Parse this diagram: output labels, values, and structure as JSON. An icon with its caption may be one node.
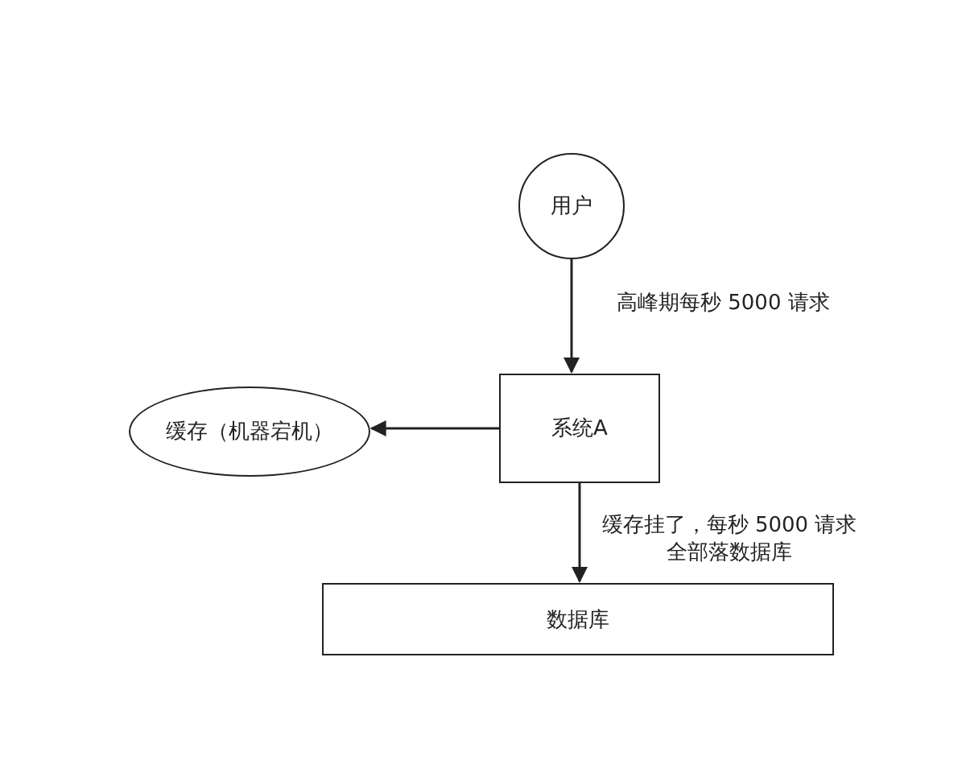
{
  "diagram": {
    "nodes": [
      {
        "text": [
          "用户"
        ]
      },
      {
        "text": [
          "缓存（机器宕机）"
        ]
      },
      {
        "text": [
          "系统A"
        ]
      },
      {
        "text": [
          "数据库"
        ]
      }
    ],
    "edges": [
      {
        "from": 0,
        "to": 2,
        "arrow": "to",
        "label": "高峰期每秒 5000 请求"
      },
      {
        "from": 2,
        "to": 1,
        "arrow": "to"
      },
      {
        "from": 2,
        "to": 3,
        "arrow": "to",
        "label": "缓存挂了，每秒 5000 请求全部落数据库"
      }
    ]
  }
}
